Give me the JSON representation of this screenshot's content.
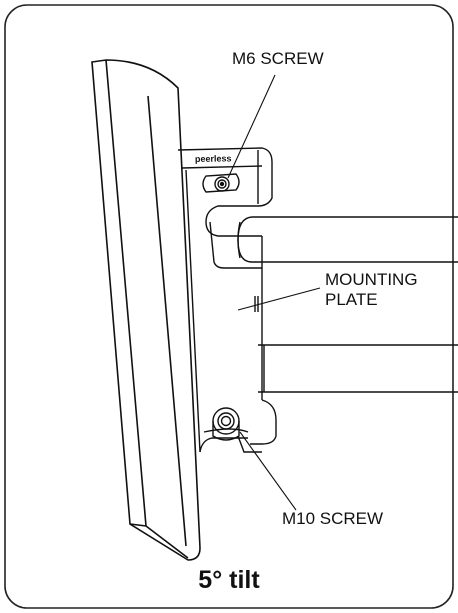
{
  "labels": {
    "m6_screw": "M6 SCREW",
    "mounting_plate_line1": "MOUNTING",
    "mounting_plate_line2": "PLATE",
    "m10_screw": "M10 SCREW"
  },
  "brand_text": "peerless",
  "caption": "5° tilt",
  "colors": {
    "line": "#111111",
    "background": "#ffffff",
    "border": "#222222"
  }
}
